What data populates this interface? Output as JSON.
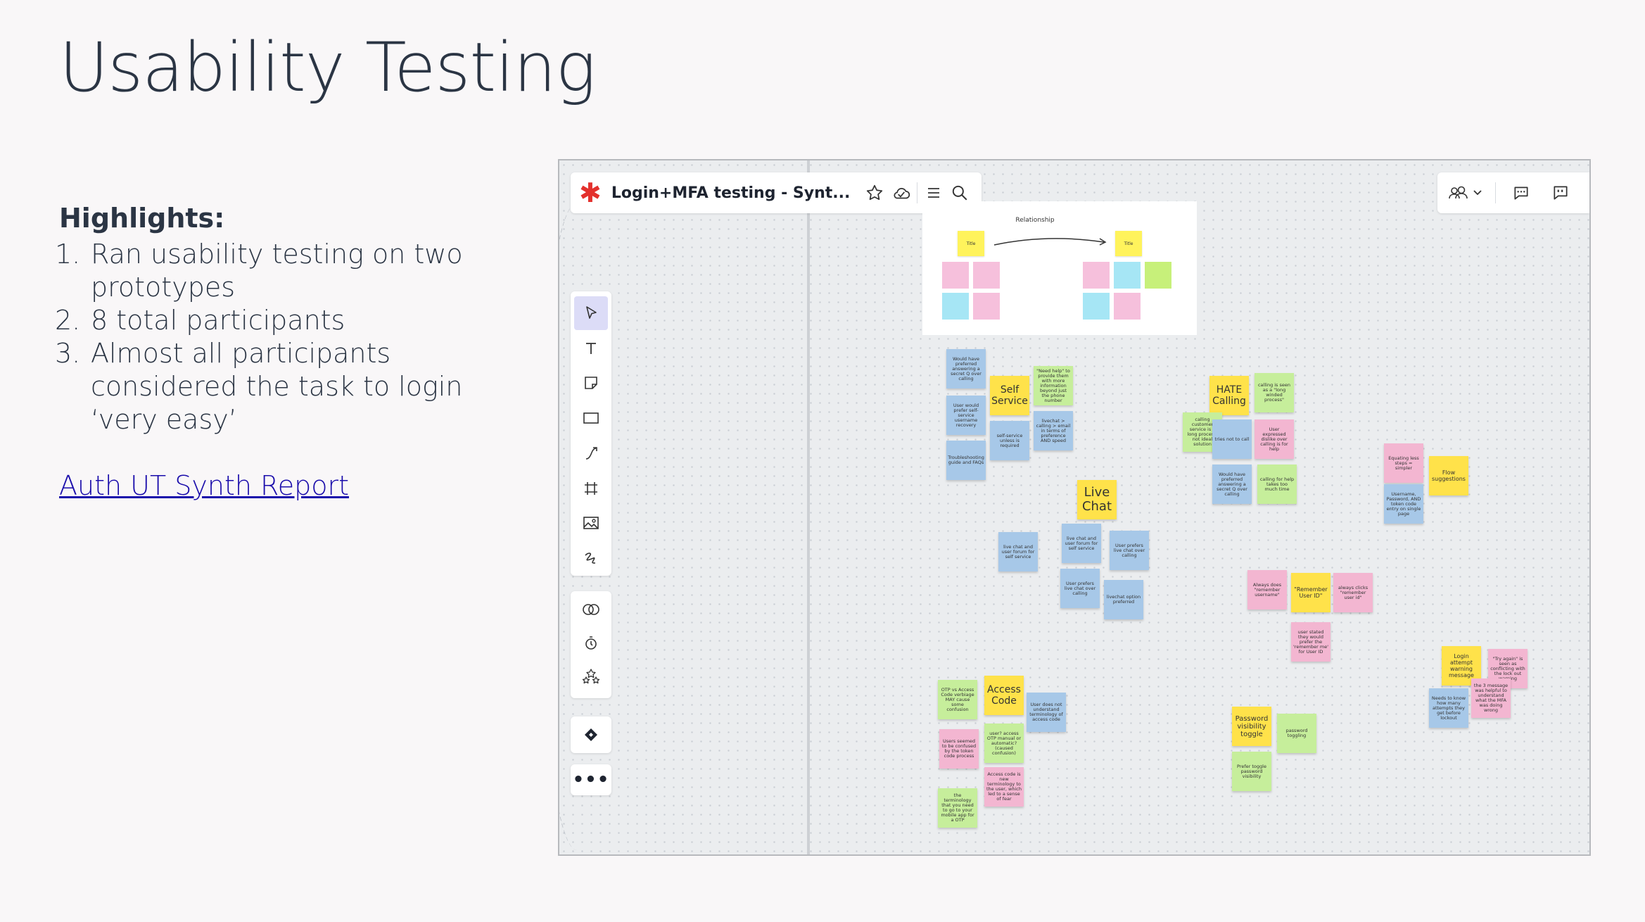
{
  "slide": {
    "title": "Usability Testing",
    "highlights_heading": "Highlights:",
    "highlights": [
      {
        "num": "1.",
        "text": "Ran usability testing on two prototypes"
      },
      {
        "num": "2.",
        "text": "8 total participants"
      },
      {
        "num": "3.",
        "text": "Almost all participants considered the task to login ‘very easy’"
      }
    ],
    "link_text": "Auth UT Synth Report"
  },
  "board": {
    "name": "Login+MFA testing - Synt...",
    "relationship_label": "Relationship",
    "relationship_title_1": "Title",
    "relationship_title_2": "Title",
    "colors": {
      "blue": "#a7c8e8",
      "green": "#c6ee9b",
      "pink": "#f3b6d1",
      "yellow": "#ffe24a",
      "cyan": "#a6e6f5",
      "lime": "#c7f07a",
      "accent": "#e3312d"
    },
    "headers": {
      "self_service": "Self Service",
      "hate_calling": "HATE Calling",
      "live_chat": "Live Chat",
      "access_code": "Access Code",
      "password_toggle": "Password visibility toggle",
      "remember_user": "\"Remember User ID\"",
      "flow_suggestions": "Flow suggestions",
      "login_attempt": "Login attempt warning message"
    },
    "notes": {
      "n1": "Would have preferred answering a secret Q over calling",
      "n2": "User would prefer self-service username recovery",
      "n3": "Troubleshooting guide and FAQs",
      "n4": "self-service unless is required",
      "n5": "\"Need help\" to provide them with more information beyond just the phone number",
      "n6": "livechat > calling > email in terms of preference AND speed",
      "n7": "calling is seen as a \"long winded process\"",
      "n8": "calling customer service is a long process, not ideal solution",
      "n9": "tries not to call",
      "n10": "User expressed dislike over calling is for help",
      "n11": "Would have preferred answering a secret Q over calling",
      "n12": "calling for help takes too much time",
      "n13": "live chat and user forum for self service",
      "n14": "live chat and user forum for self service",
      "n15": "User prefers live chat over calling",
      "n16": "User prefers live chat over calling",
      "n17": "livechat option preferred",
      "n18": "Equating less steps = simpler",
      "n19": "Username, Password, AND token code entry on single page",
      "n20": "Always does \"remember username\"",
      "n21": "always clicks \"remember user id\"",
      "n22": "user stated they would prefer the 'remember me' for User ID",
      "n23": "OTP vs Access Code verbiage MAY cause some confusion",
      "n24": "Users seemed to be confused by the token code process",
      "n25": "User does not understand terminology of access code",
      "n26": "user? access OTP manual or automatic? (caused confusion)",
      "n27": "Access code is new terminology to the user, which led to a sense of fear",
      "n28": "the terminology that you need to go to your mobile app for a OTP",
      "n29": "password toggling",
      "n30": "Prefer toggle password visibility",
      "n31": "\"Try again\" is seen as conflicting with the lock out warning",
      "n32": "Needs to know how many attempts they get before lockout",
      "n33": "the 3 message was helpful to understand what the MFA was doing wrong"
    }
  }
}
